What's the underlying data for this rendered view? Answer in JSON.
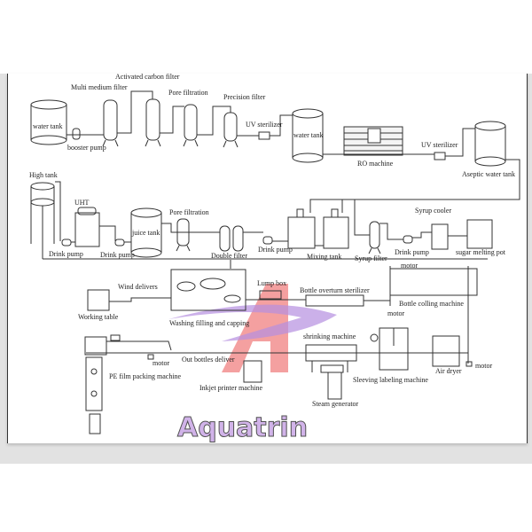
{
  "labels": {
    "water_tank_1": "water tank",
    "booster_pump": "booster pump",
    "multi_medium_filter": "Multi medium filter",
    "activated_carbon_filter": "Activated carbon filter",
    "pore_filtration_1": "Pore filtration",
    "precision_filter": "Precision filter",
    "uv_sterilizer_1": "UV sterilizer",
    "water_tank_2": "water tank",
    "ro_machine": "RO machine",
    "uv_sterilizer_2": "UV sterilizer",
    "aseptic_water_tank": "Aseptic water tank",
    "high_tank": "High tank",
    "uht": "UHT",
    "drink_pump_1": "Drink pump",
    "drink_pump_2": "Drink pump",
    "juice_tank": "juice tank",
    "pore_filtration_2": "Pore filtration",
    "double_filter": "Double filter",
    "drink_pump_3": "Drink pump",
    "mixing_tank": "Mixing tank",
    "syrup_filter": "Syrup filter",
    "drink_pump_4": "Drink pump",
    "syrup_cooler": "Syrup cooler",
    "sugar_melting_pot": "sugar melting pot",
    "wind_delivers": "Wind delivers",
    "working_table": "Working table",
    "washing_filling_capping": "Washing filling and capping",
    "lump_box": "Lump box",
    "bottle_overturn_sterilizer": "Bottle overturn sterilizer",
    "motor_1": "motor",
    "bottle_cooling_machine": "Bottle colling machine",
    "motor_2": "motor",
    "motor_3": "motor",
    "out_bottles_deliver": "Out bottles deliver",
    "pe_film_packing_machine": "PE film packing machine",
    "inkjet_printer_machine": "Inkjet printer machine",
    "shrinking_machine": "shrinking machine",
    "steam_generator": "Steam generator",
    "sleeving_labeling_machine": "Sleeving labeling machine",
    "air_dryer": "Air dryer",
    "motor_4": "motor"
  },
  "watermark": {
    "text": "Aquatrin",
    "colors": {
      "letter": "#f08080",
      "swoosh": "#b58fe0"
    }
  }
}
